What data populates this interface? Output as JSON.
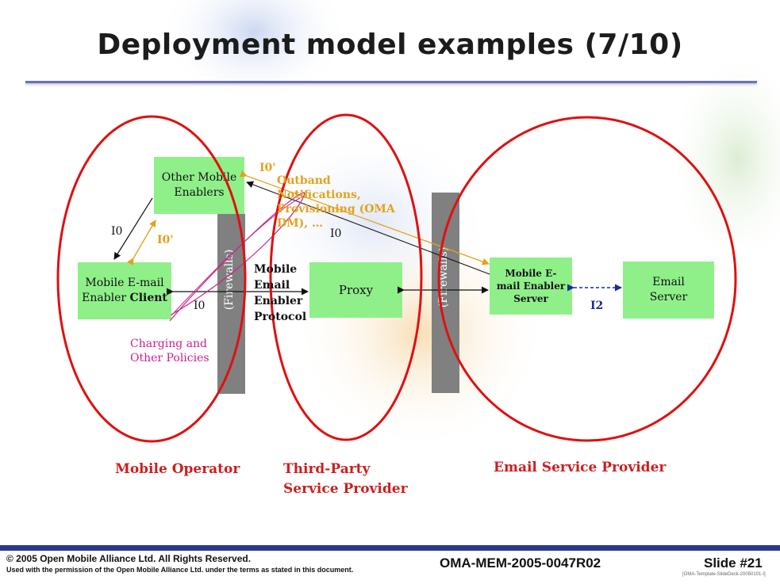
{
  "slide": {
    "title": "Deployment model examples (7/10)"
  },
  "nodes": {
    "other_mobile_enablers": "Other Mobile Enablers",
    "client": {
      "line1": "Mobile E-mail",
      "line2_a": "Enabler ",
      "line2_b": "Client"
    },
    "proxy": "Proxy",
    "enabler_server": "Mobile E-mail Enabler Server",
    "email_server": "Email Server"
  },
  "firewalls": {
    "left": "(Firewalls)",
    "right": "(Firewalls)"
  },
  "interfaces": {
    "i0_left": "I0",
    "i0_prime_left": "I0'",
    "i0_bottom": "I0",
    "i0_prime_top": "I0'",
    "i0_middle": "I0",
    "i2": "I2"
  },
  "annotations": {
    "protocol": [
      "Mobile",
      "Email",
      "Enabler",
      "Protocol"
    ],
    "outband": [
      "Outband",
      "Notifications,",
      "Provisioning (OMA",
      "DM), …"
    ],
    "charging": [
      "Charging and",
      "Other Policies"
    ]
  },
  "regions": {
    "mobile_operator": "Mobile Operator",
    "third_party": [
      "Third-Party",
      "Service Provider"
    ],
    "email_provider": "Email Service Provider"
  },
  "footer": {
    "copyright": "© 2005 Open Mobile Alliance Ltd.  All Rights Reserved.",
    "permission": "Used with the permission of the Open Mobile Alliance Ltd. under the terms as stated in this document.",
    "doc_id": "OMA-MEM-2005-0047R02",
    "slide_number": "Slide #21",
    "template": "[OMA-Template-SlideDeck-20050101-I]"
  },
  "colors": {
    "box_fill": "#8ff08a",
    "ellipse": "#e01010",
    "firewall": "#808080",
    "orange_note": "#e3a21c",
    "magenta_note": "#c9238c",
    "footer_bar": "#2a3a8c"
  }
}
